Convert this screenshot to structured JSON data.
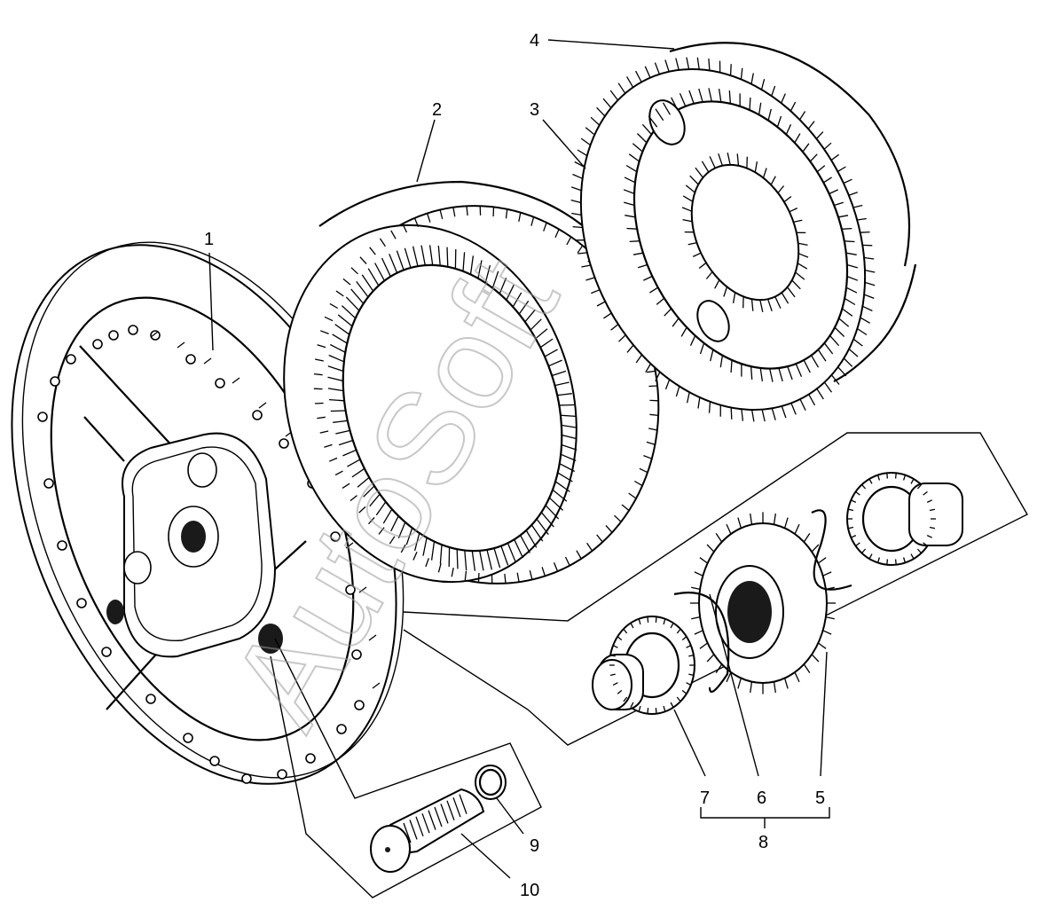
{
  "callouts": [
    {
      "id": "1",
      "text": "1"
    },
    {
      "id": "2",
      "text": "2"
    },
    {
      "id": "3",
      "text": "3"
    },
    {
      "id": "4",
      "text": "4"
    },
    {
      "id": "5",
      "text": "5"
    },
    {
      "id": "6",
      "text": "6"
    },
    {
      "id": "7",
      "text": "7"
    },
    {
      "id": "8",
      "text": "8"
    },
    {
      "id": "9",
      "text": "9"
    },
    {
      "id": "10",
      "text": "10"
    }
  ],
  "watermark": "AutoSoft",
  "colors": {
    "line": "#000000",
    "background": "#ffffff",
    "watermark": "#9a9a9a"
  }
}
